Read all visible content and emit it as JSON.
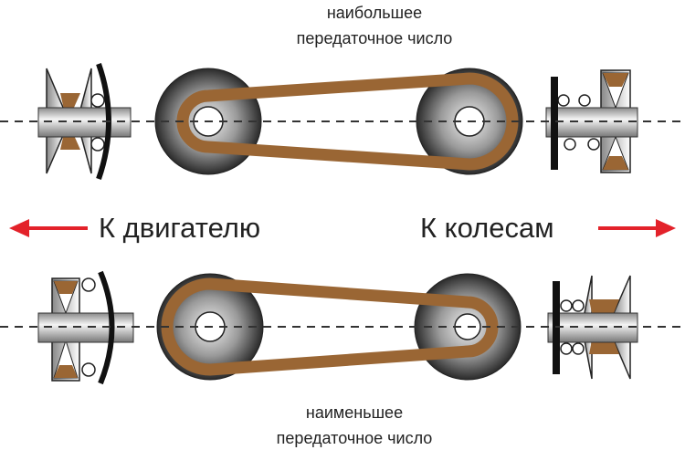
{
  "top_caption": {
    "line1": "наибольшее",
    "line2": "передаточное число"
  },
  "bottom_caption": {
    "line1": "наименьшее",
    "line2": "передаточное число"
  },
  "left_label": "К двигателю",
  "right_label": "К колесам",
  "colors": {
    "belt": "#9a6634",
    "arrow": "#e3222a",
    "pulley_dark": "#2a2a2a"
  }
}
